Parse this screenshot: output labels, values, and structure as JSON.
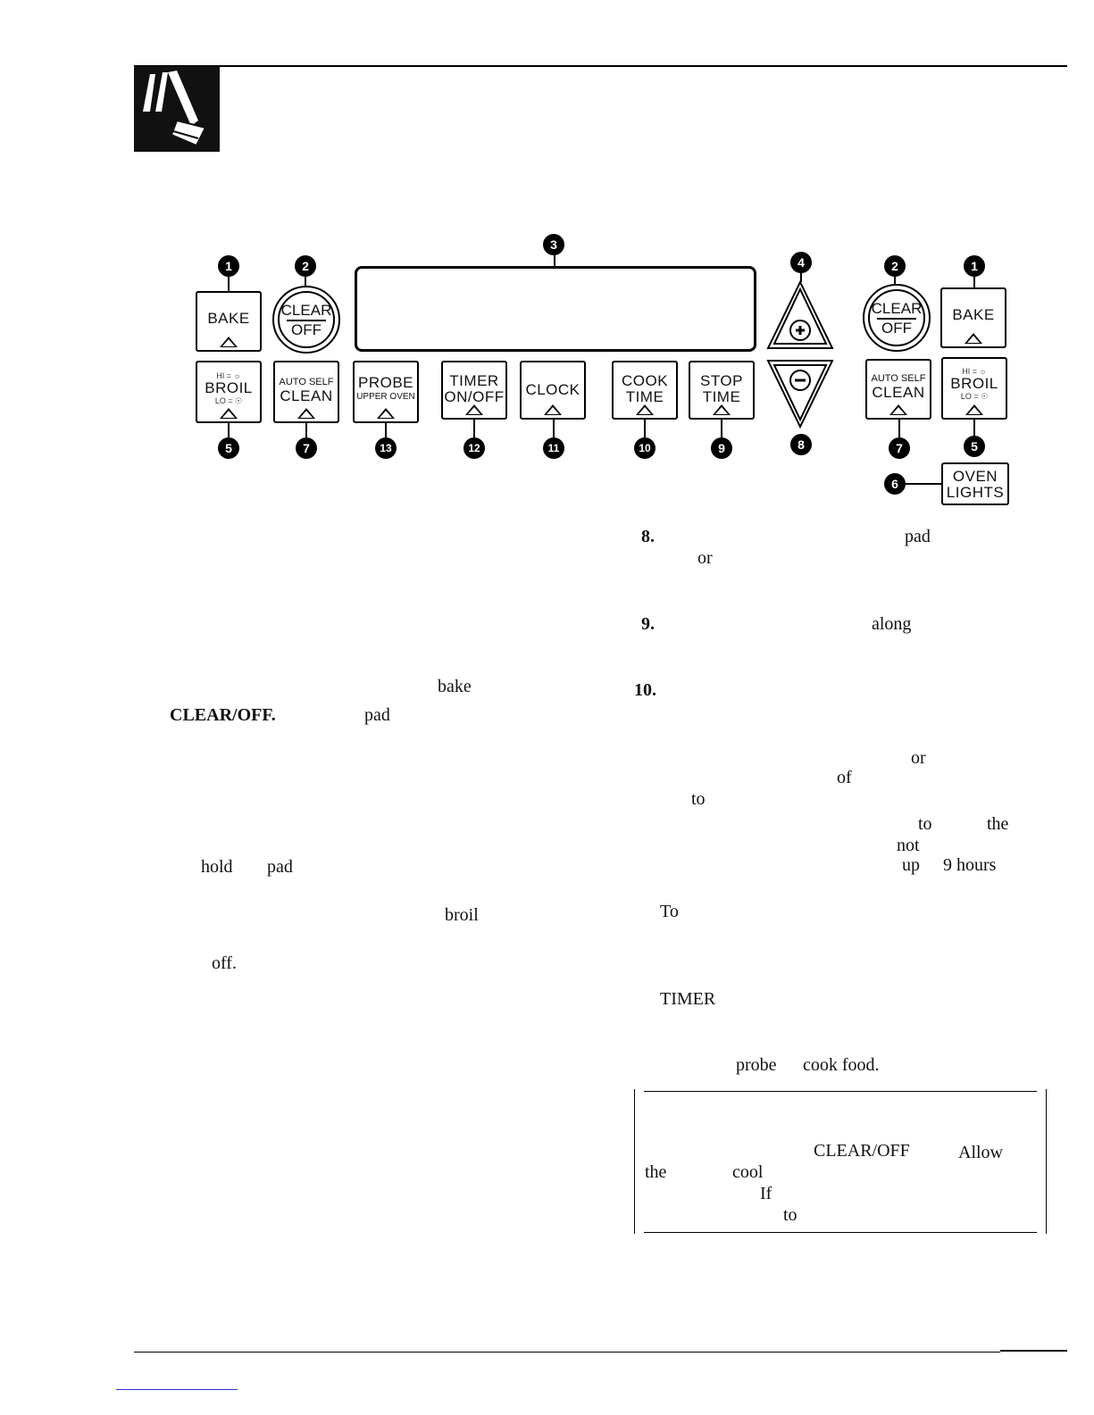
{
  "panel": {
    "left_pads": {
      "bake": "BAKE",
      "clear_top": "CLEAR",
      "clear_bottom": "OFF",
      "broil_hi": "HI = ☼",
      "broil": "BROIL",
      "broil_lo": "LO = ☉",
      "auto_self": "AUTO SELF",
      "clean": "CLEAN",
      "probe": "PROBE",
      "upper_oven": "UPPER OVEN",
      "timer": "TIMER",
      "on_off": "ON/OFF",
      "clock": "CLOCK",
      "cook": "COOK",
      "cook_time": "TIME",
      "stop": "STOP",
      "stop_time": "TIME"
    },
    "right_pads": {
      "clear_top": "CLEAR",
      "clear_bottom": "OFF",
      "bake": "BAKE",
      "auto_self": "AUTO SELF",
      "clean": "CLEAN",
      "broil_hi": "HI = ☼",
      "broil": "BROIL",
      "broil_lo": "LO = ☉",
      "oven": "OVEN",
      "lights": "LIGHTS"
    },
    "callouts": {
      "c1": "1",
      "c2": "2",
      "c3": "3",
      "c4": "4",
      "c5": "5",
      "c6": "6",
      "c7": "7",
      "c8": "8",
      "c9": "9",
      "c10": "10",
      "c11": "11",
      "c12": "12",
      "c13": "13"
    }
  },
  "body_text": {
    "left": {
      "t_bake": "bake",
      "t_clearoff": "CLEAR/OFF.",
      "t_pad1": "pad",
      "t_hold": "hold",
      "t_pad2": "pad",
      "t_broil": "broil",
      "t_off": "off."
    },
    "right": {
      "n8": "8.",
      "t_pad": "pad",
      "t_or1": "or",
      "n9": "9.",
      "t_along": "along",
      "n10": "10.",
      "t_or2": "or",
      "t_of": "of",
      "t_to1": "to",
      "t_to2": "to",
      "t_the": "the",
      "t_not": "not",
      "t_up": "up",
      "t_9hours": "9 hours",
      "t_To": "To",
      "t_timer": "TIMER",
      "t_probe": "probe",
      "t_cookfood": "cook food."
    },
    "box": {
      "t_clearoff": "CLEAR/OFF",
      "t_allow": "Allow",
      "t_the": "the",
      "t_cool": "cool",
      "t_if": "If",
      "t_to": "to"
    }
  }
}
